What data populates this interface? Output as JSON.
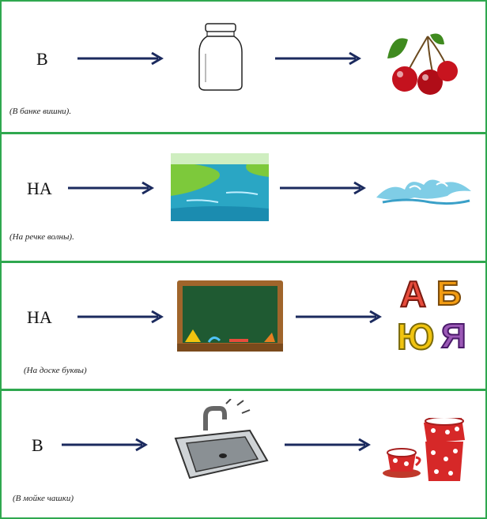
{
  "rows": [
    {
      "preposition": "В",
      "caption": "(В банке вишни).",
      "object_icon": "jar-icon",
      "result_icon": "cherries-icon"
    },
    {
      "preposition": "НА",
      "caption": "(На речке волны).",
      "object_icon": "river-icon",
      "result_icon": "waves-icon"
    },
    {
      "preposition": "НА",
      "caption": "(На доске буквы)",
      "object_icon": "chalkboard-icon",
      "result_icon": "letters-icon"
    },
    {
      "preposition": "В",
      "caption": "(В мойке чашки)",
      "object_icon": "sink-icon",
      "result_icon": "cups-icon"
    }
  ],
  "letters_art": [
    "А",
    "Б",
    "Ю",
    "Я"
  ],
  "colors": {
    "border": "#2fa84f",
    "arrow": "#1b2a5e"
  }
}
